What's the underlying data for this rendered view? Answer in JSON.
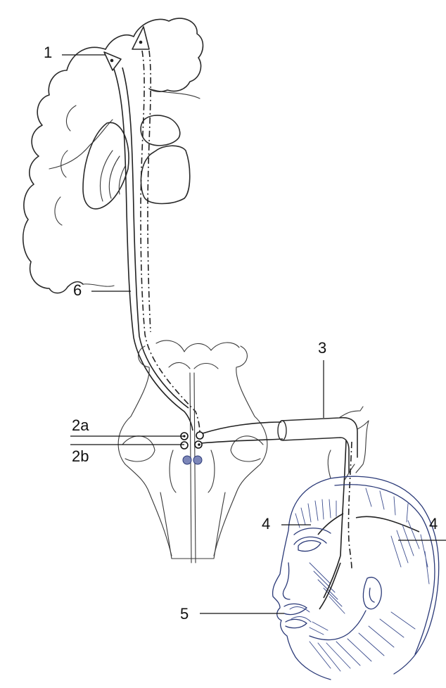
{
  "labels": {
    "l1": "1",
    "l2a": "2a",
    "l2b": "2b",
    "l3": "3",
    "l4_left": "4",
    "l4_right": "4",
    "l5": "5",
    "l6": "6"
  },
  "colors": {
    "ink": "#2a2a2a",
    "face_ink": "#2b3a78",
    "background": "#ffffff"
  }
}
